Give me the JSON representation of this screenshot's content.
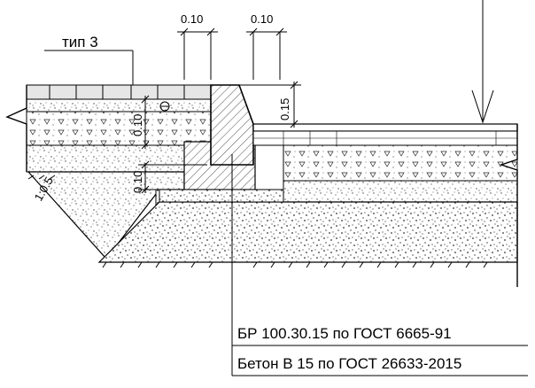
{
  "labels": {
    "type_label": "тип 3",
    "dim_curb_width": "0.10",
    "dim_gap_width": "0.10",
    "dim_curb_reveal": "0.15",
    "dim_layer_left": "0.10",
    "dim_foundation": "0.10",
    "slope": "1:0.5",
    "spec_curb": "БР 100.30.15 по ГОСТ 6665-91",
    "spec_concrete": "Бетон В 15 по ГОСТ 26633-2015"
  }
}
